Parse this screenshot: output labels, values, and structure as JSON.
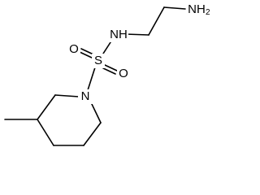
{
  "structure": {
    "atoms": {
      "amine": "NH",
      "amine_subscript": "2",
      "sulfonamide_nh": "NH",
      "sulfur": "S",
      "oxygen_left": "O",
      "oxygen_right": "O",
      "ring_nitrogen": "N"
    }
  },
  "colors": {
    "background": "#ffffff",
    "bond": "#000000",
    "text": "#000000"
  }
}
